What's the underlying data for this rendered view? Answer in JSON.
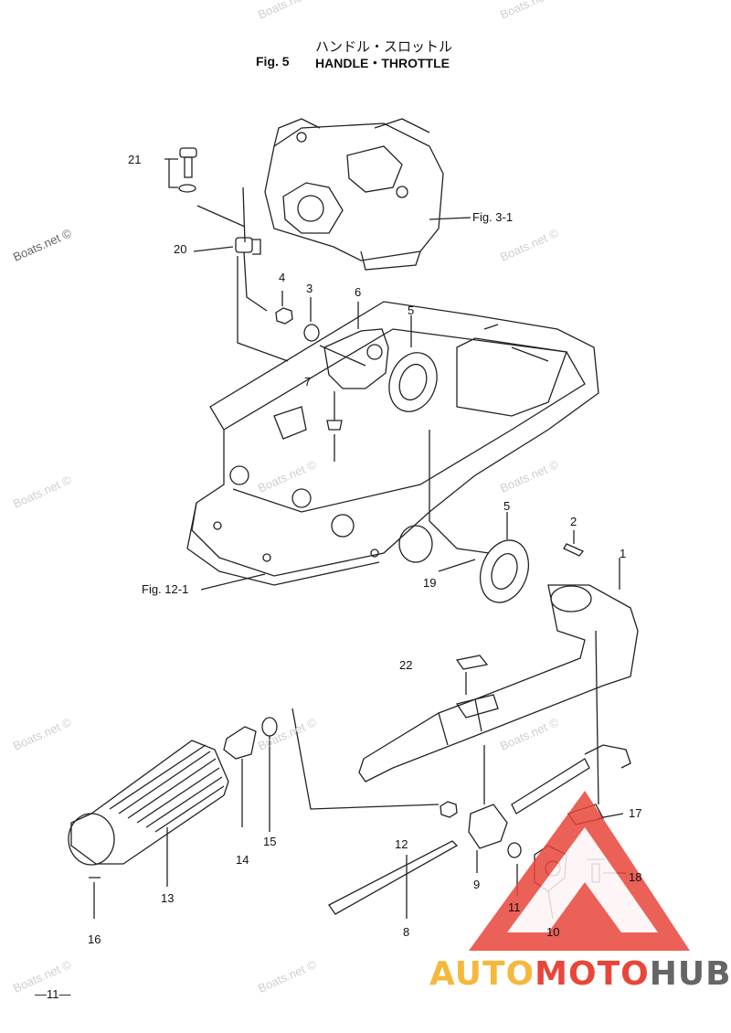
{
  "header": {
    "title_jp": "ハンドル・スロットル",
    "fig_label": "Fig. 5",
    "title_en": "HANDLE・THROTTLE"
  },
  "references": {
    "fig_3_1": "Fig. 3-1",
    "fig_12_1": "Fig. 12-1"
  },
  "parts": [
    "1",
    "2",
    "3",
    "4",
    "5",
    "5",
    "6",
    "7",
    "8",
    "9",
    "10",
    "11",
    "12",
    "13",
    "14",
    "15",
    "16",
    "17",
    "18",
    "19",
    "20",
    "21",
    "22"
  ],
  "watermark": "Boats.net ©",
  "footer": {
    "page": "—11—"
  },
  "logo": {
    "text": "AUTOMOTOHUB",
    "colors": {
      "auto": "#f5b83d",
      "moto": "#e8463a",
      "hub": "#666666",
      "triangle": "#e8463a"
    }
  }
}
